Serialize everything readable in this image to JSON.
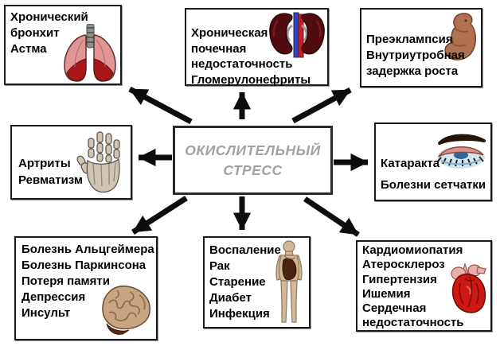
{
  "title": "Oxidative stress diseases diagram",
  "center": {
    "line1": "ОКИСЛИТЕЛЬНЫЙ",
    "line2": "СТРЕСС"
  },
  "boxes": [
    {
      "id": "respiratory",
      "icon": "lungs-icon",
      "lines": [
        "Хронический",
        "бронхит",
        "Астма"
      ]
    },
    {
      "id": "renal",
      "icon": "kidneys-icon",
      "lines": [
        "Хроническая",
        "почечная",
        "недостаточность",
        "Гломерулонефриты"
      ]
    },
    {
      "id": "pregnancy",
      "icon": "fetus-icon",
      "lines": [
        "Преэклампсия",
        "Внутриутробная",
        "задержка роста"
      ]
    },
    {
      "id": "joints",
      "icon": "skeletal-hand-icon",
      "lines": [
        "Артриты",
        "Ревматизм"
      ]
    },
    {
      "id": "eyes",
      "icon": "eye-icon",
      "lines": [
        "Катаракта",
        "Болезни сетчатки"
      ]
    },
    {
      "id": "neuro",
      "icon": "brain-icon",
      "lines": [
        "Болезнь Альцгеймера",
        "Болезнь Паркинсона",
        "Потеря памяти",
        "Депрессия",
        "Инсульт"
      ]
    },
    {
      "id": "systemic",
      "icon": "body-icon",
      "lines": [
        "Воспаление",
        "Рак",
        "Старение",
        "Диабет",
        "Инфекция"
      ]
    },
    {
      "id": "cardio",
      "icon": "heart-icon",
      "lines": [
        "Кардиомиопатия",
        "Атеросклероз",
        "Гипертензия",
        "Ишемия",
        "Сердечная",
        "недостаточность"
      ]
    }
  ],
  "colors": {
    "box-border": "#1a1a1a",
    "center-text": "#9fa1a6",
    "arrow": "#0d0d0d",
    "lung-pink": "#e29694",
    "lung-red": "#a81818",
    "kidney-maroon": "#4f0b10",
    "fetus-brown": "#b07252",
    "bone-tan": "#cfc5b2",
    "brain-tan": "#c9a482",
    "heart-red": "#cc1810",
    "eye-blue": "#2a6aa0"
  }
}
